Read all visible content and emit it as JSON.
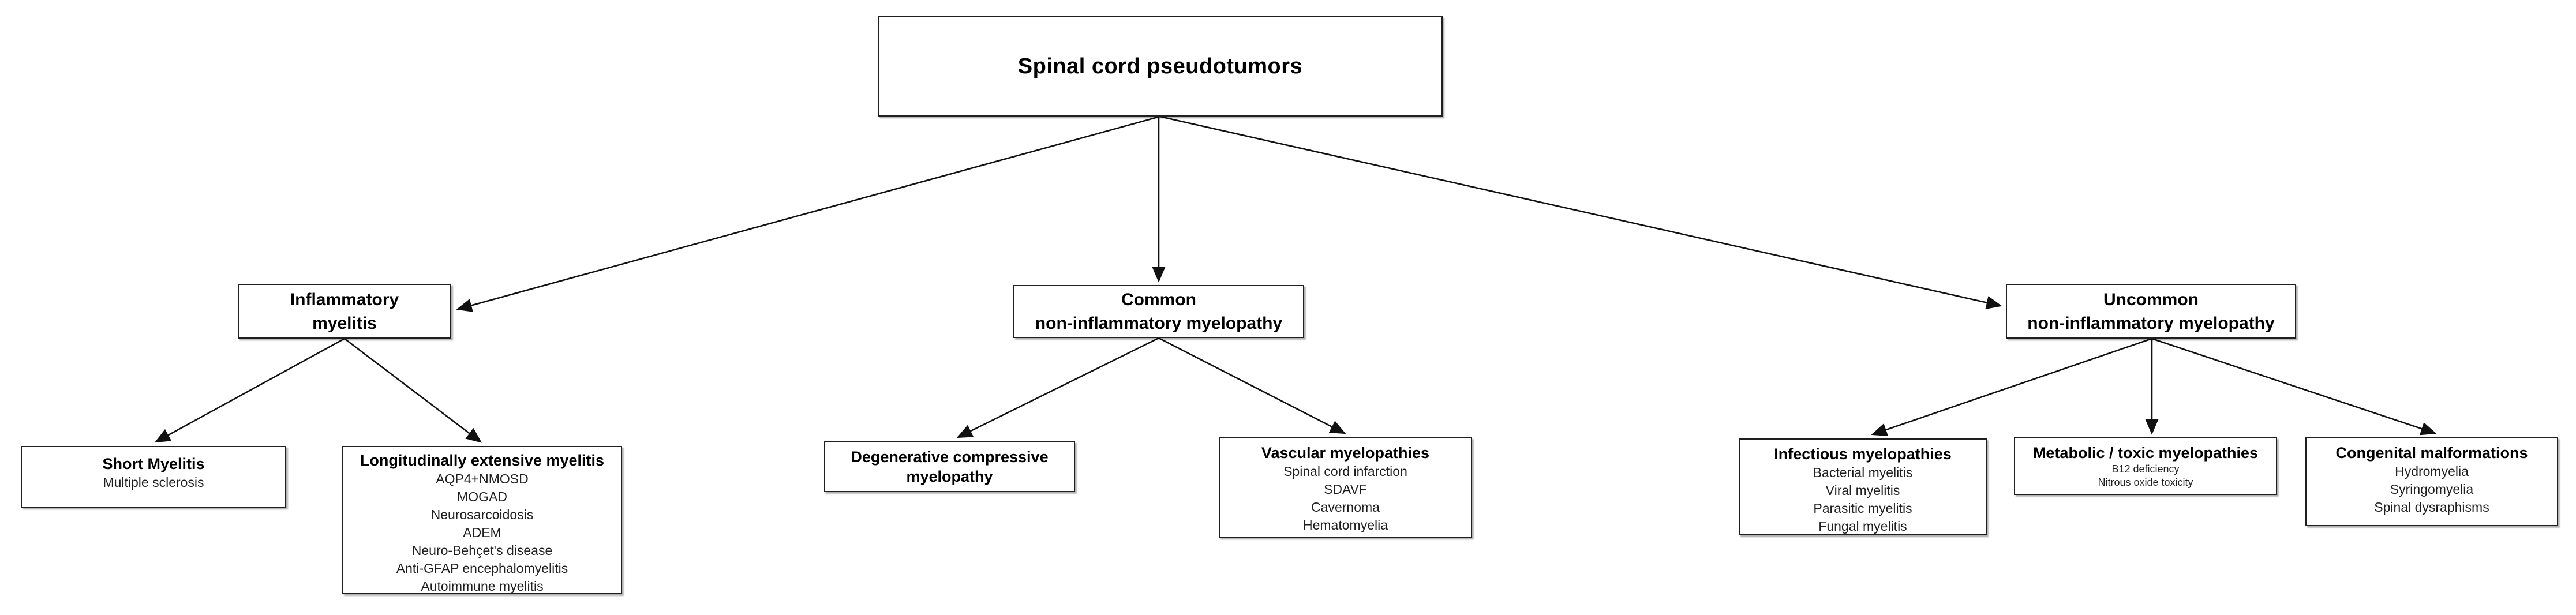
{
  "diagram": {
    "title": "Spinal cord pseudotumors",
    "colors": {
      "background": "#ffffff",
      "box_fill": "#ffffff",
      "box_border": "#1f1f1f",
      "text": "#000000",
      "connector": "#111111"
    },
    "nodes": {
      "root": {
        "title": "Spinal cord pseudotumors"
      },
      "inflammatory": {
        "line1": "Inflammatory",
        "line2": "myelitis"
      },
      "common": {
        "line1": "Common",
        "line2": "non-inflammatory myelopathy"
      },
      "uncommon": {
        "line1": "Uncommon",
        "line2": "non-inflammatory myelopathy"
      },
      "short_myelitis": {
        "title": "Short Myelitis",
        "items": [
          "Multiple sclerosis"
        ]
      },
      "longitudinally_extensive": {
        "title": "Longitudinally extensive myelitis",
        "items": [
          "AQP4+NMOSD",
          "MOGAD",
          "Neurosarcoidosis",
          "ADEM",
          "Neuro-Behçet's disease",
          "Anti-GFAP encephalomyelitis",
          "Autoimmune myelitis"
        ]
      },
      "degenerative": {
        "line1": "Degenerative compressive",
        "line2": "myelopathy"
      },
      "vascular": {
        "title": "Vascular myelopathies",
        "items": [
          "Spinal cord infarction",
          "SDAVF",
          "Cavernoma",
          "Hematomyelia"
        ]
      },
      "infectious": {
        "title": "Infectious myelopathies",
        "items": [
          "Bacterial myelitis",
          "Viral myelitis",
          "Parasitic myelitis",
          "Fungal myelitis"
        ]
      },
      "metabolic": {
        "title": "Metabolic / toxic myelopathies",
        "items": [
          "B12 deficiency",
          "Nitrous oxide toxicity"
        ]
      },
      "congenital": {
        "title": "Congenital malformations",
        "items": [
          "Hydromyelia",
          "Syringomyelia",
          "Spinal dysraphisms"
        ]
      }
    }
  }
}
